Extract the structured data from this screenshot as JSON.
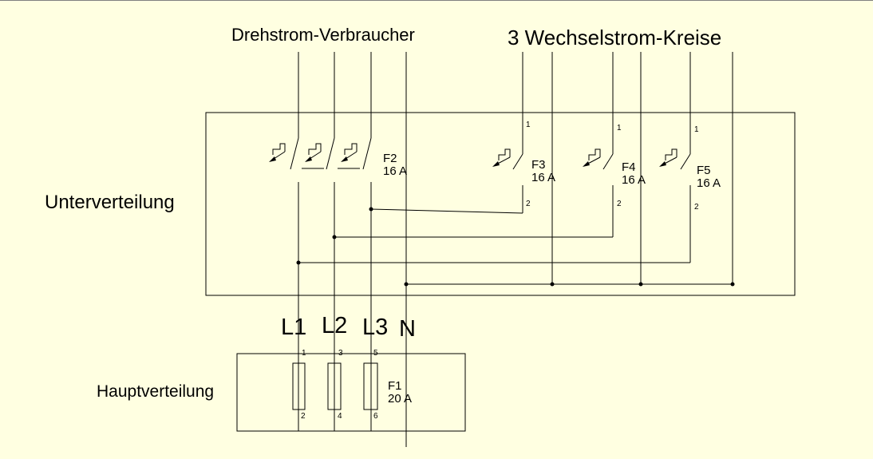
{
  "colors": {
    "background": "#FFFFE1",
    "line": "#000000"
  },
  "labels": {
    "three_phase_loads": "Drehstrom-Verbraucher",
    "single_phase_circuits": "3 Wechselstrom-Kreise",
    "sub_distribution": "Unterverteilung",
    "main_distribution": "Hauptverteilung",
    "phases": [
      "L1",
      "L2",
      "L3",
      "N"
    ]
  },
  "devices": {
    "F1": {
      "name": "F1",
      "rating": "20 A"
    },
    "F2": {
      "name": "F2",
      "rating": "16 A"
    },
    "F3": {
      "name": "F3",
      "rating": "16 A"
    },
    "F4": {
      "name": "F4",
      "rating": "16 A"
    },
    "F5": {
      "name": "F5",
      "rating": "16 A"
    }
  },
  "terminals": {
    "fuse_top": [
      "1",
      "3",
      "5"
    ],
    "fuse_bottom": [
      "2",
      "4",
      "6"
    ],
    "breaker_top": "1",
    "breaker_bottom": "2"
  }
}
